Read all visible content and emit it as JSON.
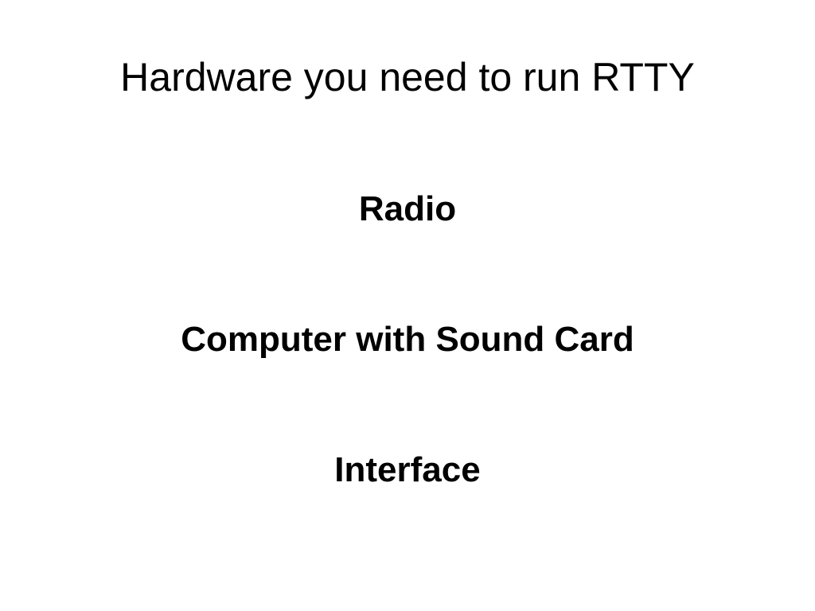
{
  "slide": {
    "title": "Hardware you need to run RTTY",
    "items": [
      {
        "label": "Radio"
      },
      {
        "label": "Computer with Sound Card"
      },
      {
        "label": "Interface"
      }
    ]
  },
  "colors": {
    "background": "#ffffff",
    "text": "#000000"
  }
}
